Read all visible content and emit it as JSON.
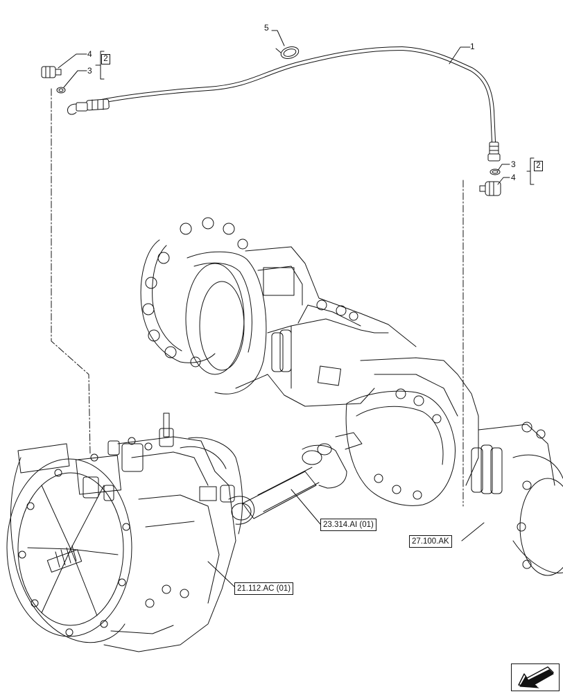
{
  "callouts": {
    "c1": "1",
    "c5": "5",
    "left_4": "4",
    "left_3": "3",
    "left_group": "2",
    "right_3": "3",
    "right_4": "4",
    "right_group": "2"
  },
  "references": {
    "driveshaft": "23.314.AI (01)",
    "axle": "27.100.AK",
    "transmission": "21.112.AC (01)"
  },
  "nav": {
    "icon": "arrow-navigation-icon"
  },
  "colors": {
    "line": "#111111",
    "background": "#ffffff"
  }
}
